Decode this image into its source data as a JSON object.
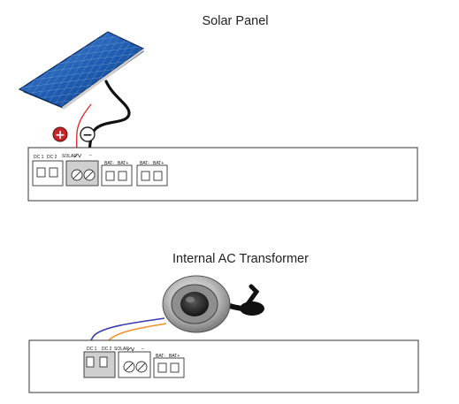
{
  "diagrams": {
    "solar": {
      "title": "Solar Panel",
      "plus_sign": "+",
      "minus_sign": "−",
      "labels": {
        "dc1": "DC 1",
        "dc2": "DC 2",
        "solar": "SOLAR",
        "bat_minus_1": "BAT-",
        "bat_plus_1": "BAT+",
        "bat_minus_2": "BAT-",
        "bat_plus_2": "BAT+"
      }
    },
    "ac": {
      "title": "Internal AC Transformer",
      "labels": {
        "dc1": "DC 1",
        "dc2": "DC 2",
        "solar": "SOLAR",
        "bat_minus": "BAT-",
        "bat_plus": "BAT+"
      }
    }
  },
  "colors": {
    "panel_dark": "#0f3a7a",
    "panel_light": "#3a78c8",
    "wire_red": "#e0312d",
    "wire_blue": "#3a3ab0",
    "wire_orange": "#f0902c",
    "cable_black": "#111111",
    "plus_badge": "#c8252a"
  }
}
